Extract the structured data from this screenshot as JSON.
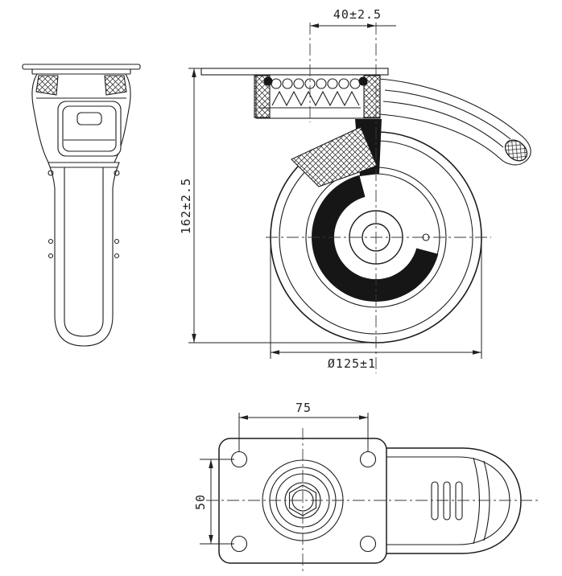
{
  "drawing": {
    "background_color": "#ffffff",
    "line_color": "#1c1c1c",
    "dimension_labels": {
      "swivel_offset": "40±2.5",
      "overall_height": "162±2.5",
      "wheel_diameter": "Ø125±1",
      "plate_hole_spacing_horizontal": "75",
      "plate_hole_spacing_vertical": "50"
    }
  }
}
